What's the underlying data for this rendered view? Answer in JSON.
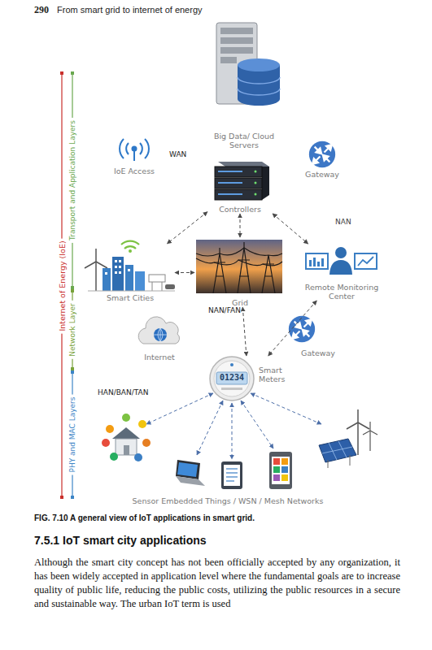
{
  "diagram": {
    "caption": "FIG. 7.10 A general view of IoT applications in smart grid.",
    "nodes": [
      {
        "text": [
          "Big Data/ Cloud Servers"
        ]
      },
      {
        "text": [
          "IoE Access"
        ]
      },
      {
        "text": [
          "Gateway"
        ]
      },
      {
        "text": [
          "Controllers"
        ]
      },
      {
        "text": [
          "Smart Cities"
        ]
      },
      {
        "text": [
          "Grid"
        ]
      },
      {
        "text": [
          "Remote Monitoring Center"
        ]
      },
      {
        "text": [
          "Internet"
        ]
      },
      {
        "text": [
          "Gateway"
        ]
      },
      {
        "text": [
          "Smart Meters"
        ]
      }
    ],
    "edges": [
      {
        "from": 3,
        "to": 4,
        "arrow": "both"
      },
      {
        "from": 3,
        "to": 5,
        "arrow": "both"
      },
      {
        "from": 3,
        "to": 6,
        "arrow": "both"
      },
      {
        "from": 4,
        "to": 5,
        "arrow": "both"
      },
      {
        "from": 5,
        "to": 9,
        "arrow": "both"
      },
      {
        "from": 6,
        "to": 9,
        "arrow": "both"
      }
    ],
    "labels": [
      "290",
      "From smart grid to internet of energy",
      "Internet of Energy (IoE)",
      "Transport and Application Layers",
      "Network Layer",
      "PHY and MAC Layers",
      "WAN",
      "NAN",
      "NAN/FAN",
      "01234",
      "HAN/BAN/TAN",
      "Sensor Embedded Things / WSN / Mesh Networks",
      "7.5.1 IoT smart city applications",
      "Although the smart city concept has not been officially accepted by any organization, it has been widely accepted in application level where the fundamental goals are to increase quality of public life, reducing the public costs, utilizing the public resources in a secure and sustainable way. The urban IoT term is used"
    ]
  }
}
